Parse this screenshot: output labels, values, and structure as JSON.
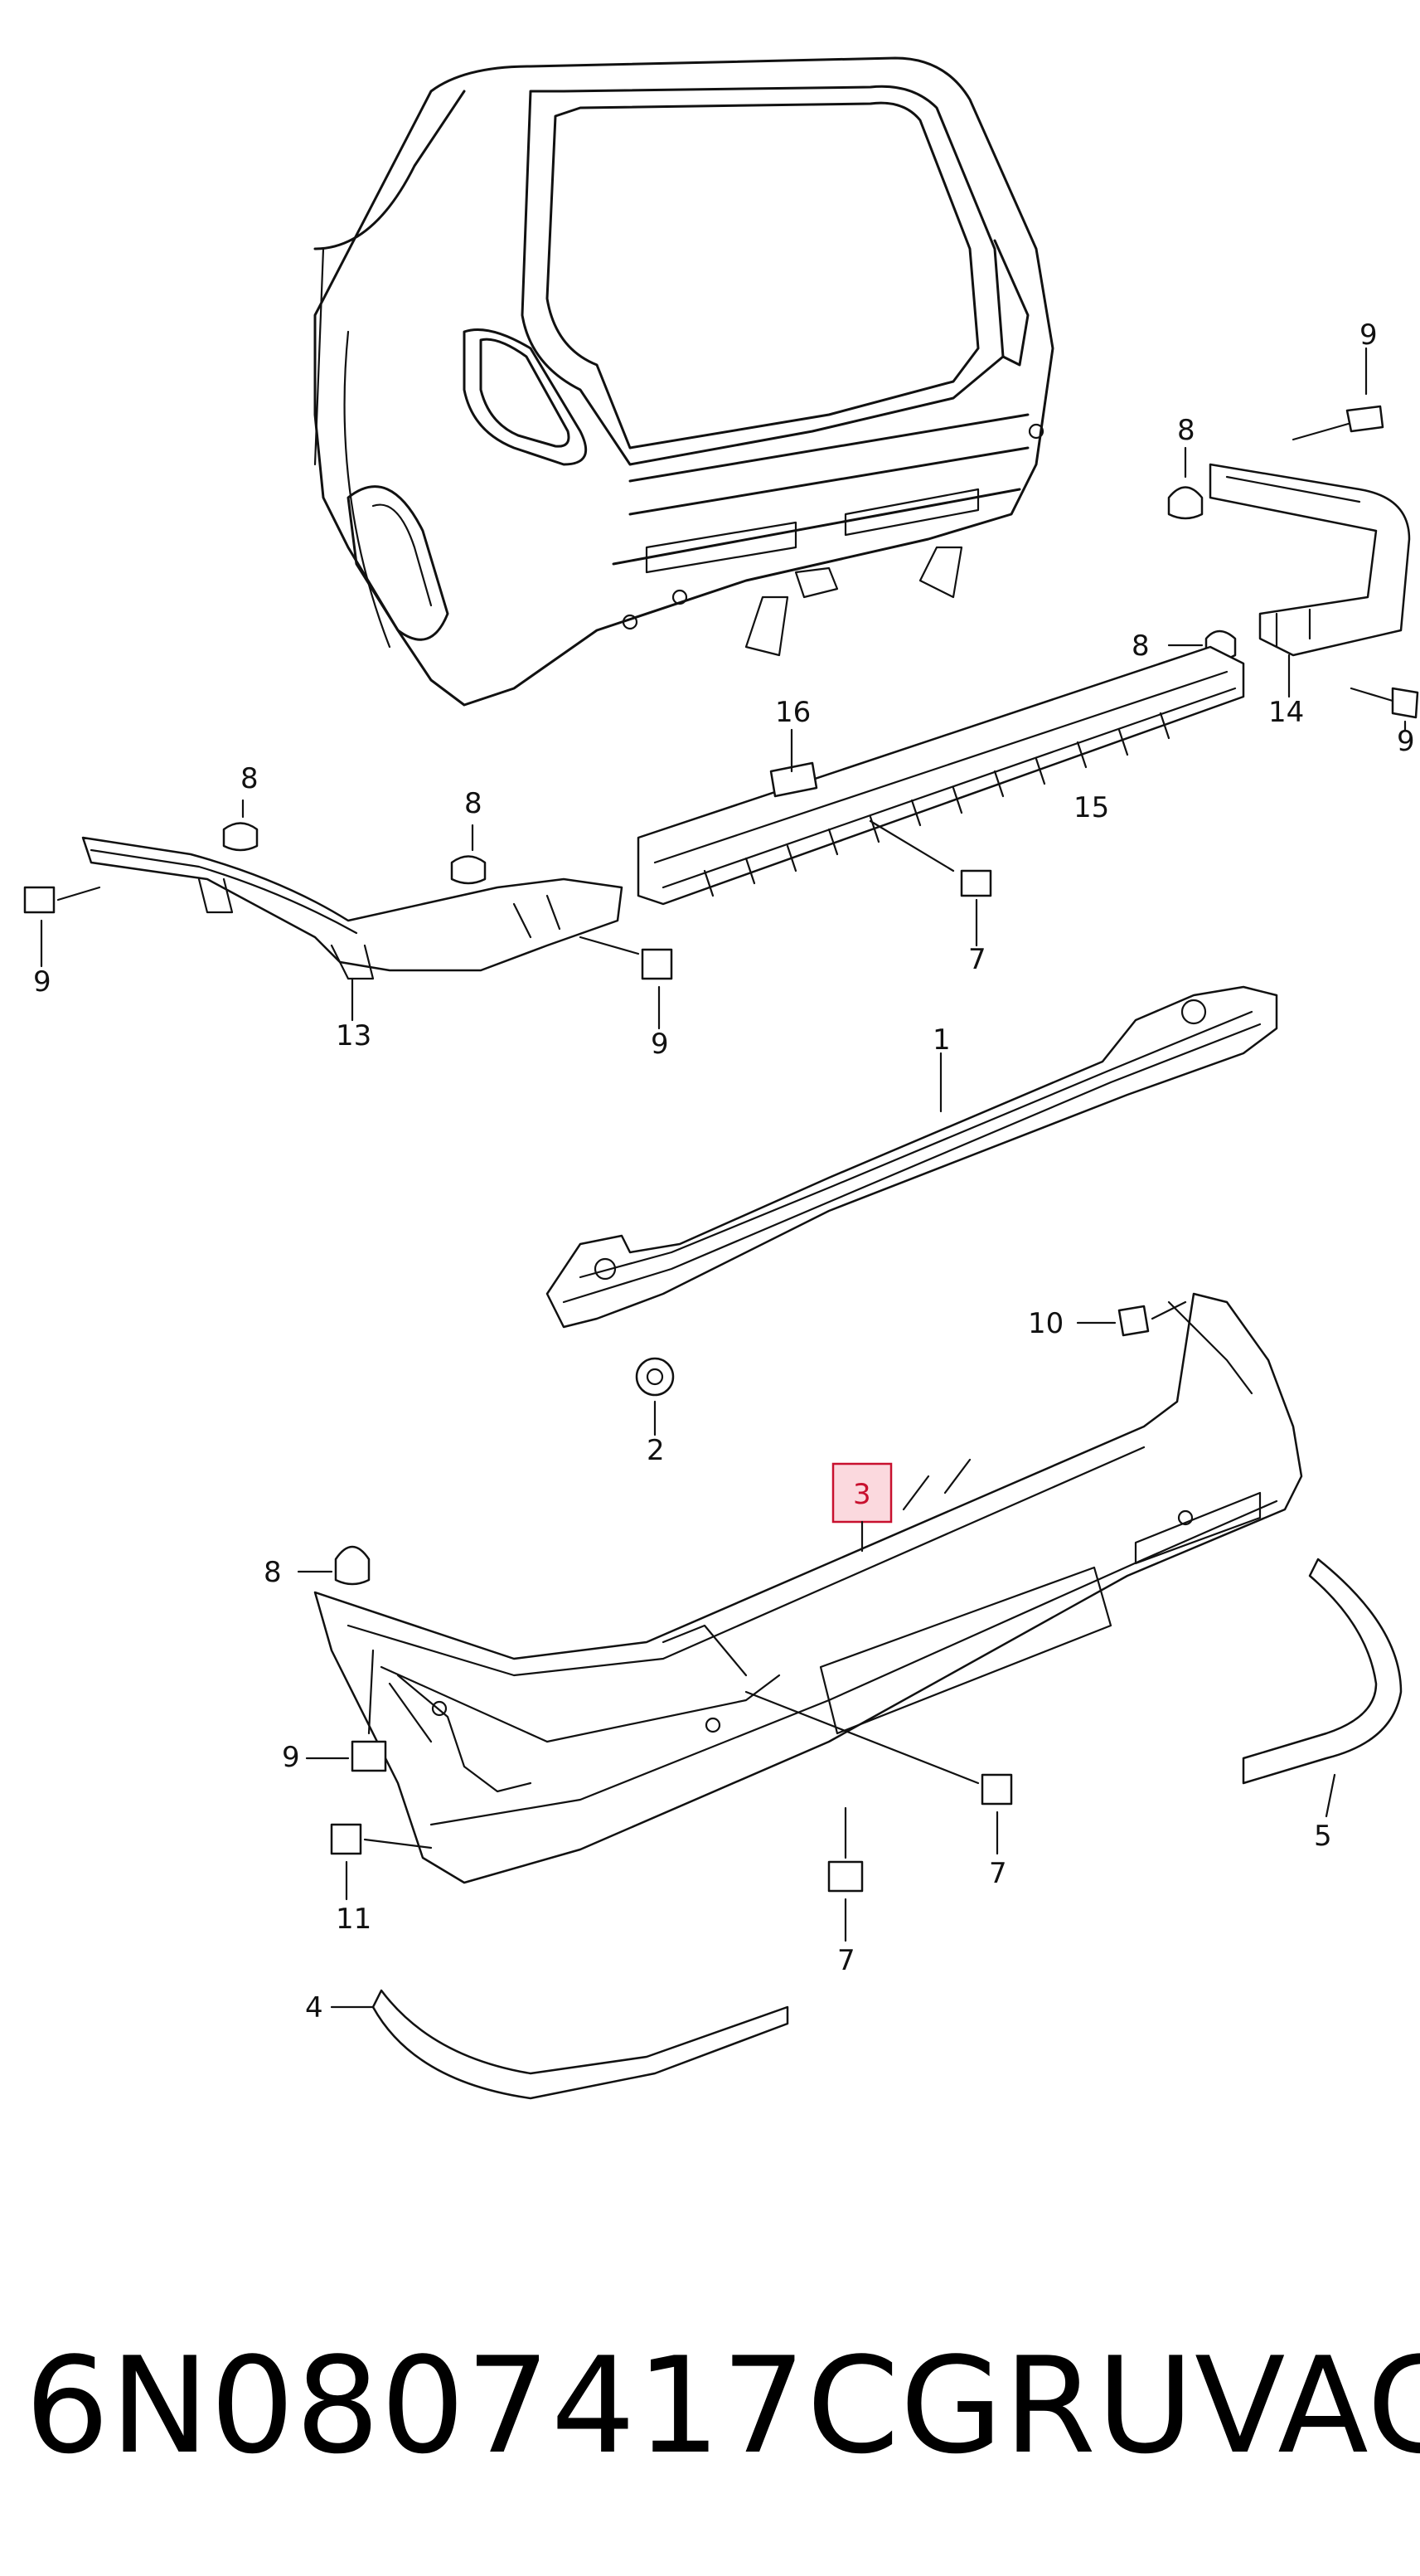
{
  "diagram": {
    "callouts": {
      "c1": "1",
      "c2": "2",
      "c3": "3",
      "c4": "4",
      "c5": "5",
      "c7a": "7",
      "c7b": "7",
      "c7c": "7",
      "c8a": "8",
      "c8b": "8",
      "c8c": "8",
      "c8d": "8",
      "c8e": "8",
      "c9a": "9",
      "c9b": "9",
      "c9c": "9",
      "c9d": "9",
      "c9e": "9",
      "c10": "10",
      "c11": "11",
      "c13": "13",
      "c14": "14",
      "c15": "15",
      "c16": "16"
    },
    "highlighted_callout": "3",
    "highlight_color": "#c8102e"
  },
  "footer": {
    "part_number": "6N0807417CGRU",
    "brand": "VAG"
  }
}
